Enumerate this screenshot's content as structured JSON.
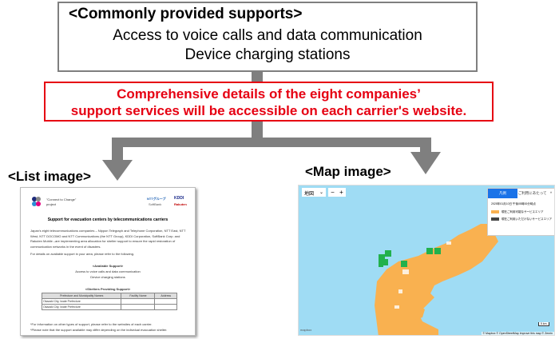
{
  "top_box": {
    "title": "<Commonly provided supports>",
    "lines": [
      "Access to voice calls and data communication",
      "Device charging stations"
    ]
  },
  "red_box": {
    "lines": [
      "Comprehensive details of the eight companies’",
      "support services will be accessible on each carrier's website."
    ]
  },
  "list_label": "<List image>",
  "map_label": "<Map image>",
  "colors": {
    "red": "#e60012",
    "arrow": "#7f7f7f",
    "map_water": "#9fdcf4",
    "map_land": "#f9b150",
    "marker": "#22b14c",
    "legend_tab": "#1a73e8"
  },
  "doc": {
    "project_line1": "\"Connect to Change\"",
    "project_line2": "project",
    "logos": [
      "NTTグループ",
      "KDDI",
      "SoftBank",
      "Rakuten"
    ],
    "title": "Support for evacuation centers by telecommunications carriers",
    "intro": "Japan's eight telecommunications companies – Nippon Telegraph and Telephone Corporation, NTT East, NTT West, NTT DOCOMO and NTT Communications (the NTT Group), KDDI Corporation, SoftBank Corp. and Rakuten Mobile –are implementing area allocation for shelter support to ensure the rapid restoration of communication networks in the event of disasters.",
    "details": "For details on available support in your area, please refer to the following.",
    "available_heading": "<Available Support>",
    "available_items": [
      "Access to voice calls and data communication",
      "Device charging stations"
    ],
    "shelters_heading": "<Shelters Providing Support>",
    "table_headers": [
      "Prefecture and Municipality Names",
      "Facility Name",
      "Address"
    ],
    "table_rows": [
      [
        "Okazaki City, Iwate Prefecture",
        "",
        ""
      ],
      [
        "Okazaki City, Iwate Prefecture",
        "",
        ""
      ]
    ],
    "notes": [
      "*For information on other types of support, please refer to the websites of each carrier.",
      "*Please note that the support available may differ depending on the individual evacuation shelter."
    ]
  },
  "map": {
    "layer_select": "地図",
    "zoom_out": "−",
    "zoom_in": "+",
    "tabs": [
      "凡例",
      "ご利用にあたって"
    ],
    "collapse": "^",
    "timestamp": "2025年01月10日 午後05時00分時点",
    "legend": [
      {
        "label": "現在ご利用可能なサービスエリア",
        "color": "#f9b150"
      },
      {
        "label": "現在ご利用いただけないサービスエリア",
        "color": "#444444"
      }
    ],
    "scale": "5 km",
    "logo": "mapbox",
    "attribution": "© Mapbox © OpenStreetMap Improve this map © Zenrin"
  }
}
